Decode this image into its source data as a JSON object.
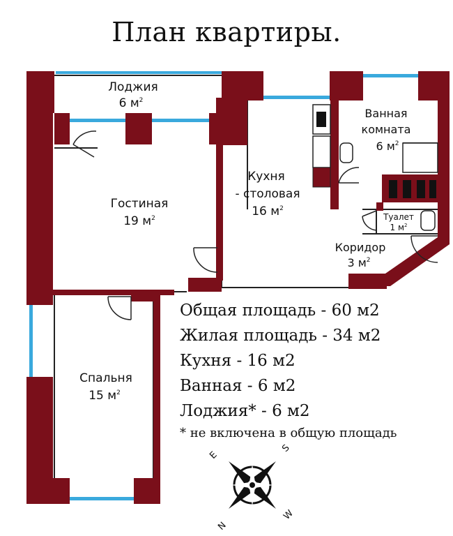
{
  "title": "План квартиры.",
  "rooms": {
    "loggia": {
      "name": "Лоджия",
      "area": "6 м"
    },
    "living": {
      "name": "Гостиная",
      "area": "19 м"
    },
    "kitchen": {
      "name1": "Кухня",
      "name2": "- столовая",
      "area": "16 м"
    },
    "bath": {
      "name1": "Ванная",
      "name2": "комната",
      "area": "6 м"
    },
    "toilet": {
      "name": "Туалет",
      "area": "1 м"
    },
    "corridor": {
      "name": "Коридор",
      "area": "3 м"
    },
    "bedroom": {
      "name": "Спальня",
      "area": "15 м"
    }
  },
  "sup": "2",
  "stats": [
    "Общая площадь - 60 м2",
    "Жилая площадь - 34 м2",
    "Кухня - 16 м2",
    "Ванная - 6 м2",
    "Лоджия* - 6 м2"
  ],
  "note": "* не включена в общую площадь",
  "compass": {
    "s": "S",
    "e": "E",
    "n": "N",
    "w": "W"
  },
  "colors": {
    "wall": "#7a0f1a",
    "window": "#3aa9dd",
    "line": "#222222"
  }
}
